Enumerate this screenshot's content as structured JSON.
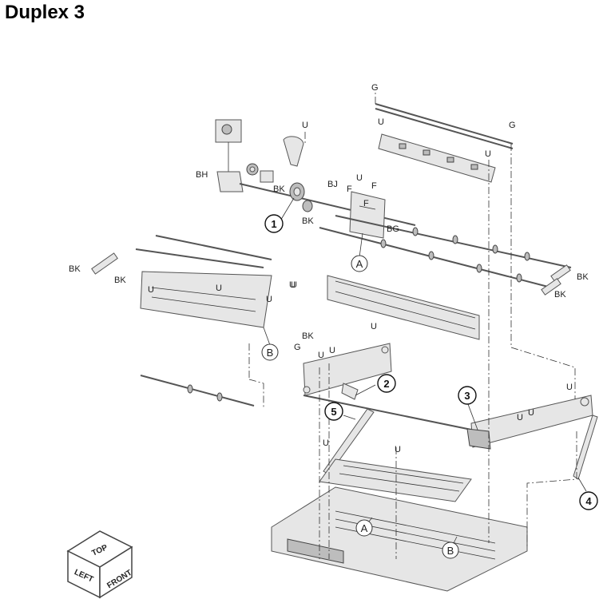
{
  "title": "Duplex 3",
  "callouts": [
    "1",
    "2",
    "3",
    "4",
    "5"
  ],
  "references": [
    "A",
    "B"
  ],
  "fastener_labels": {
    "G": "G",
    "U": "U",
    "BH": "BH",
    "BK": "BK",
    "BJ": "BJ",
    "F": "F",
    "BG": "BG"
  },
  "orientation_cube": {
    "top": "TOP",
    "left": "LEFT",
    "front": "FRONT"
  }
}
